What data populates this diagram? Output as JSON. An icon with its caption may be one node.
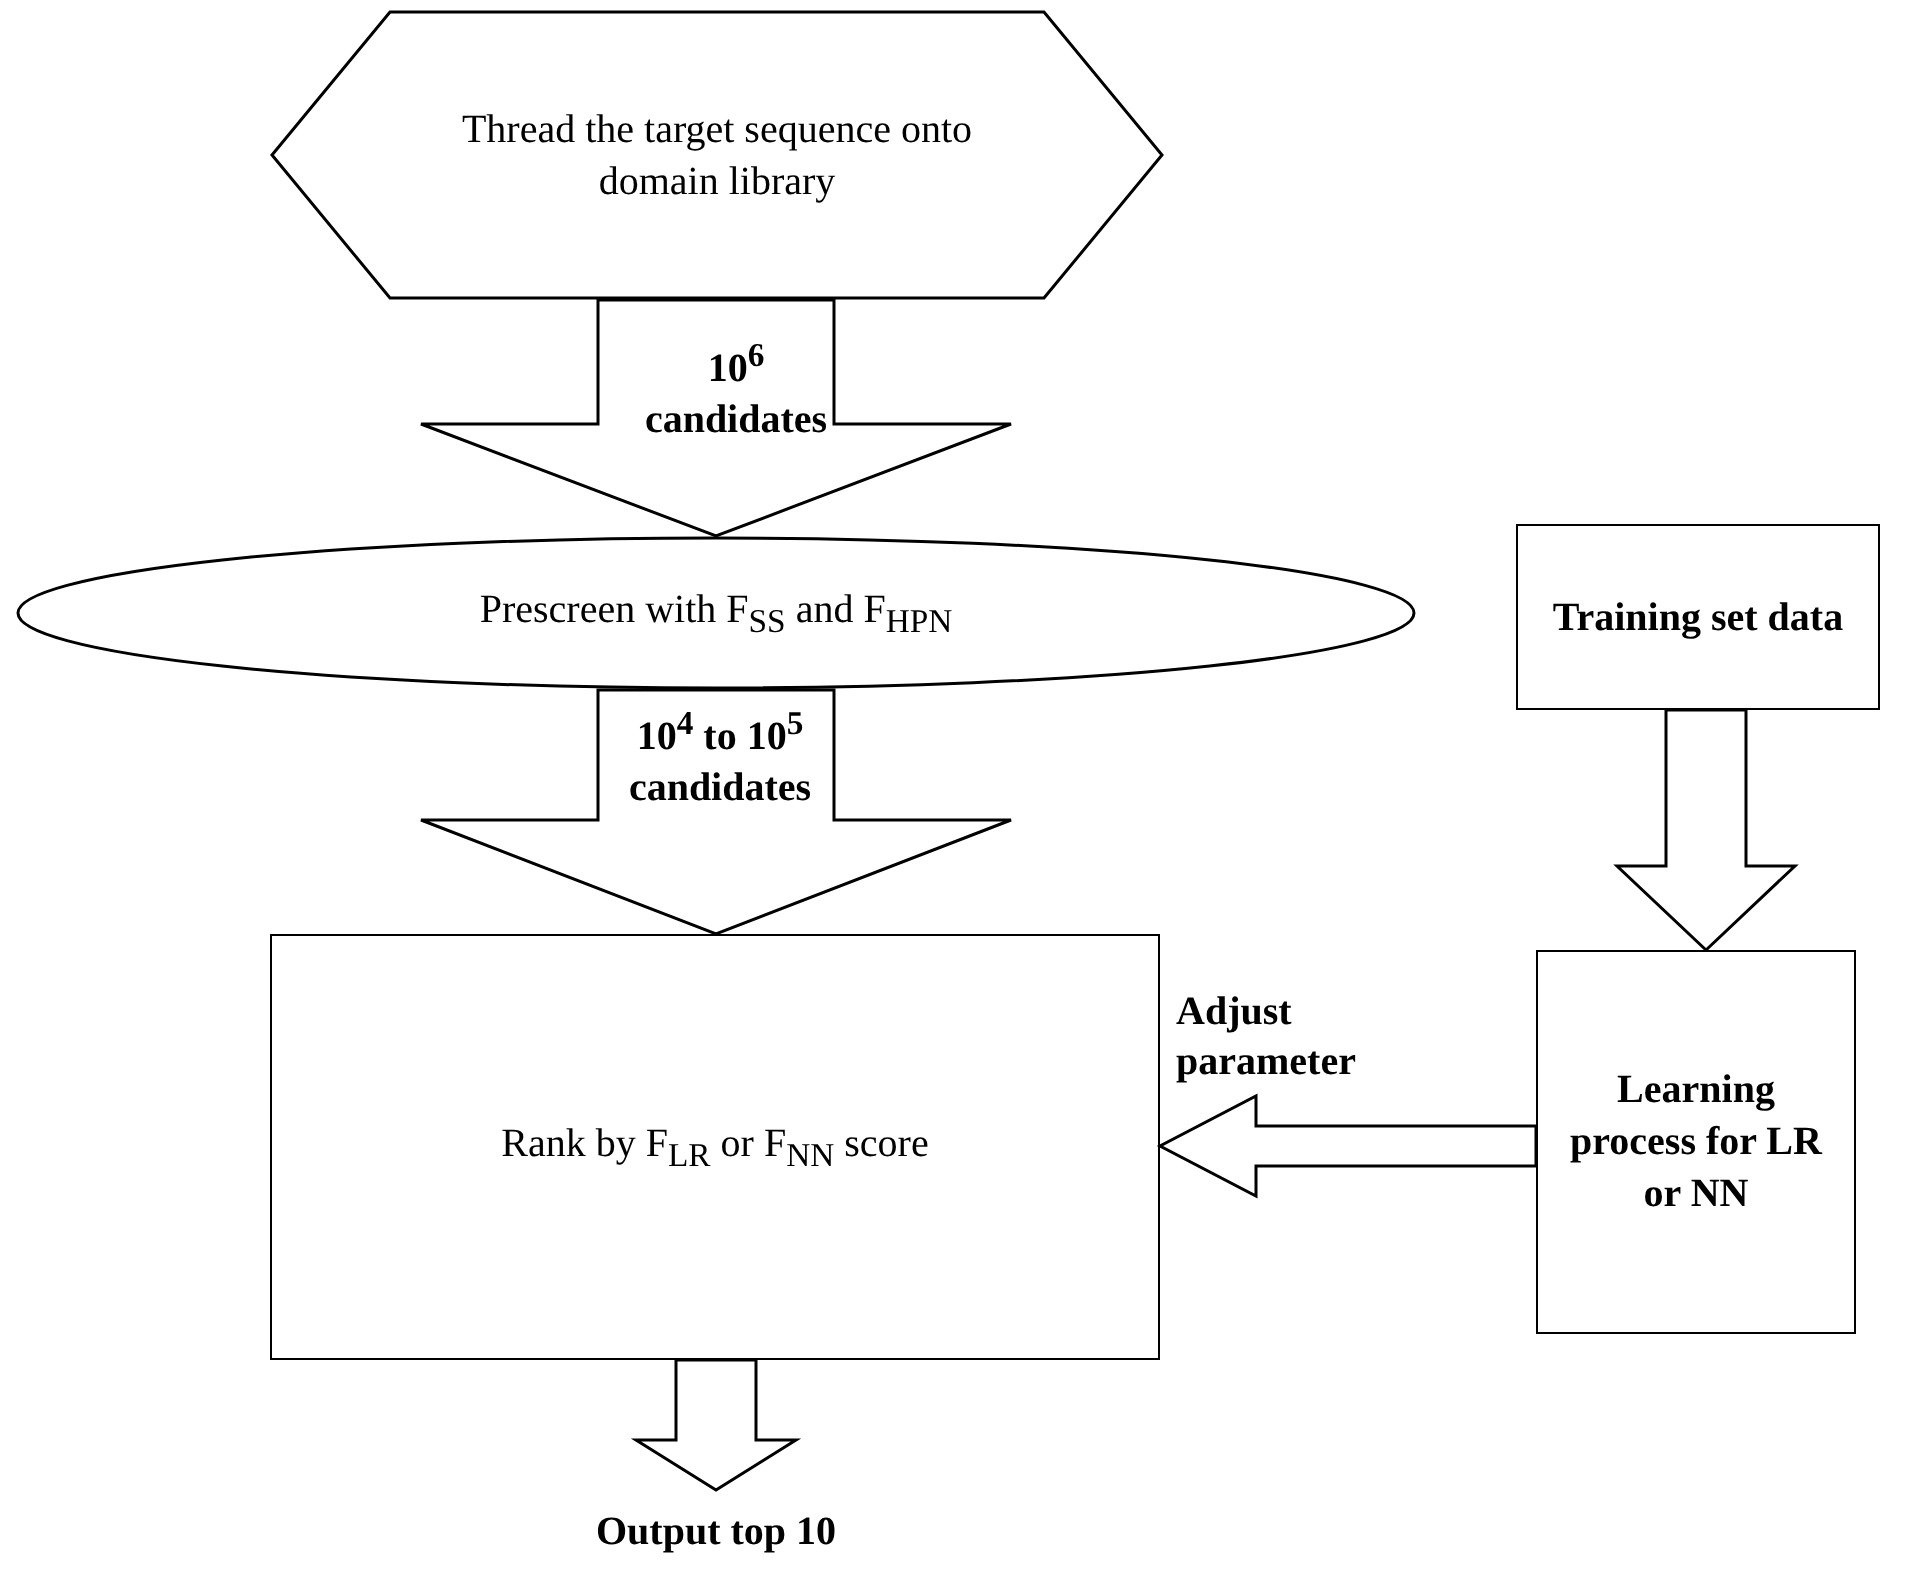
{
  "diagram": {
    "nodes": [
      {
        "text": [
          "Thread the target sequence onto domain library"
        ]
      },
      {
        "text": [
          "Prescreen with F$_{SS}$ and F$_{HPN}$"
        ]
      },
      {
        "text": [
          "Rank by F$_{LR}$ or F$_{NN}$ score"
        ]
      },
      {
        "text": [
          "Training set data"
        ]
      },
      {
        "text": [
          "Learning process for LR or NN"
        ]
      },
      {
        "text": [
          "Output top 10"
        ]
      }
    ],
    "edges": [
      {
        "from": 0,
        "to": 1,
        "arrow": "to",
        "label": "10$^{6}$ candidates"
      },
      {
        "from": 1,
        "to": 2,
        "arrow": "to",
        "label": "10$^{4}$ to 10$^{5}$ candidates"
      },
      {
        "from": 3,
        "to": 4,
        "arrow": "to"
      },
      {
        "from": 4,
        "to": 2,
        "arrow": "to",
        "label": "Adjust parameter"
      },
      {
        "from": 2,
        "to": 5,
        "arrow": "to"
      }
    ]
  }
}
